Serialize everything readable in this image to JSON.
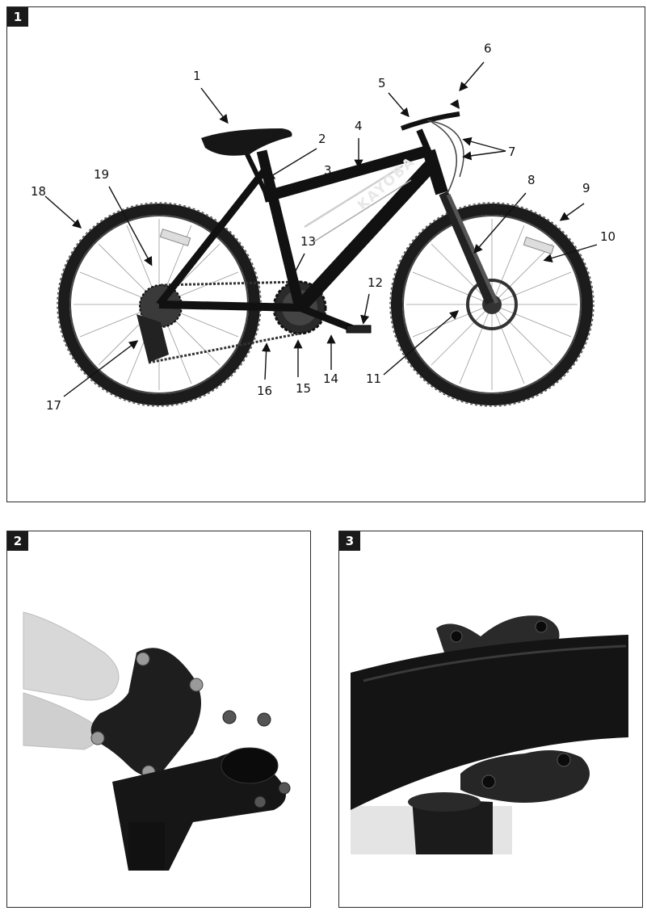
{
  "figures": [
    {
      "number": "1"
    },
    {
      "number": "2"
    },
    {
      "number": "3"
    }
  ],
  "bike": {
    "frame_logo": "KAYOBA",
    "callouts": [
      "1",
      "2",
      "3",
      "4",
      "5",
      "6",
      "7",
      "8",
      "9",
      "10",
      "11",
      "12",
      "13",
      "14",
      "15",
      "16",
      "17",
      "18",
      "19"
    ]
  }
}
